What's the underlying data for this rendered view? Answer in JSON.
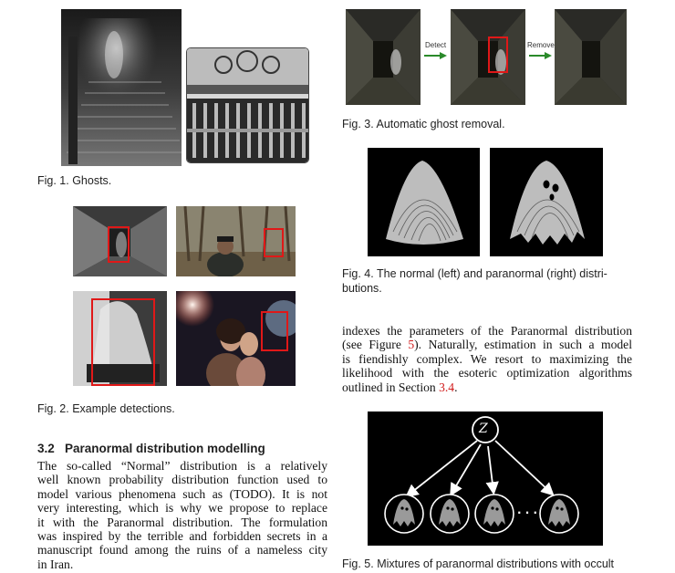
{
  "fig1": {
    "caption": "Fig. 1.  Ghosts."
  },
  "fig2": {
    "caption": "Fig. 2.  Example detections."
  },
  "fig3": {
    "caption": "Fig. 3.  Automatic ghost removal.",
    "detect_label": "Detect",
    "remove_label": "Remove"
  },
  "fig4": {
    "caption_line1": "Fig. 4.  The normal (left) and paranormal (right) distri-",
    "caption_line2": "butions."
  },
  "fig5": {
    "caption": "Fig. 5.  Mixtures of paranormal distributions with occult",
    "latent_label": "Z",
    "dots": "· · ·"
  },
  "section": {
    "heading": "3.2   Paranormal distribution modelling",
    "lines": [
      "The so-called “Normal” distribution is a relatively",
      "well known probability distribution function used to",
      "model various phenomena such as (TODO). It is not",
      "very interesting, which is why we propose to replace",
      "it with the Paranormal distribution. The formulation",
      "was inspired by the terrible and forbidden secrets in a",
      "manuscript found among the ruins of a nameless city",
      "in Iran."
    ]
  },
  "right_text": {
    "line1": "indexes the parameters of the Paranormal distribution",
    "line2_pre": "(see Figure ",
    "line2_ref": "5",
    "line2_post": "). Naturally, estimation in such a model",
    "line3": "is fiendishly complex. We resort to maximizing the",
    "line4": "likelihood with the esoteric optimization algorithms",
    "line5_pre": "outlined in Section ",
    "line5_ref": "3.4",
    "line5_post": "."
  },
  "colors": {
    "accent_red": "#d01a1a",
    "box_red": "#e01818",
    "arrow_green": "#2a8a2a"
  }
}
